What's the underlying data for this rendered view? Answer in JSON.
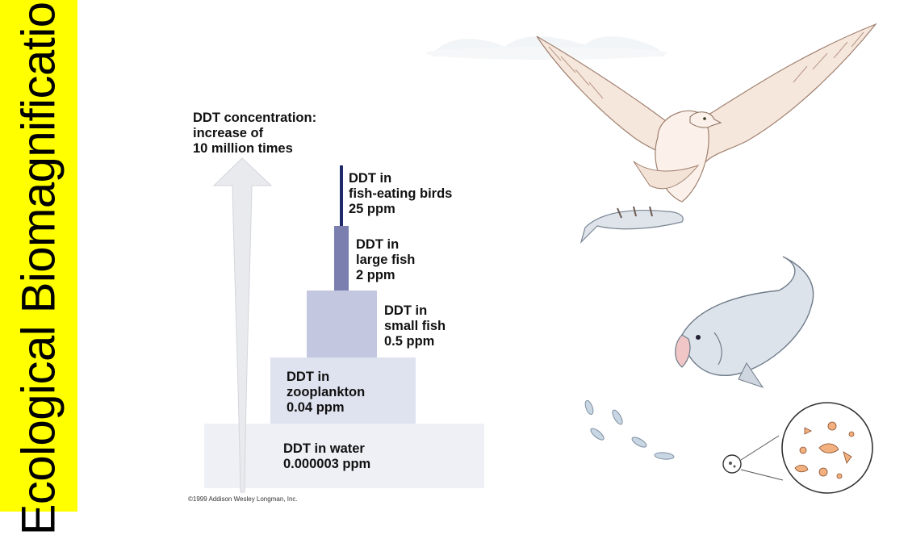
{
  "title": "Ecological Biomagnification",
  "colors": {
    "title_background": "#ffff00",
    "water": "#eef0f6",
    "zooplankton": "#dfe2ef",
    "small_fish": "#c3c7e0",
    "large_fish": "#7a7fb0",
    "birds": "#1f2a6b"
  },
  "arrow_label": [
    "DDT concentration:",
    "increase of",
    "10 million times"
  ],
  "levels": [
    {
      "key": "birds",
      "lines": [
        "DDT in",
        "fish-eating birds",
        "25 ppm"
      ],
      "ppm": 25
    },
    {
      "key": "large_fish",
      "lines": [
        "DDT in",
        "large fish",
        "2 ppm"
      ],
      "ppm": 2
    },
    {
      "key": "small_fish",
      "lines": [
        "DDT in",
        "small fish",
        "0.5 ppm"
      ],
      "ppm": 0.5
    },
    {
      "key": "zooplankton",
      "lines": [
        "DDT in",
        "zooplankton",
        "0.04 ppm"
      ],
      "ppm": 0.04
    },
    {
      "key": "water",
      "lines": [
        "DDT in water",
        "0.000003 ppm"
      ],
      "ppm": 3e-06
    }
  ],
  "copyright": "©1999 Addison Wesley Longman, Inc."
}
